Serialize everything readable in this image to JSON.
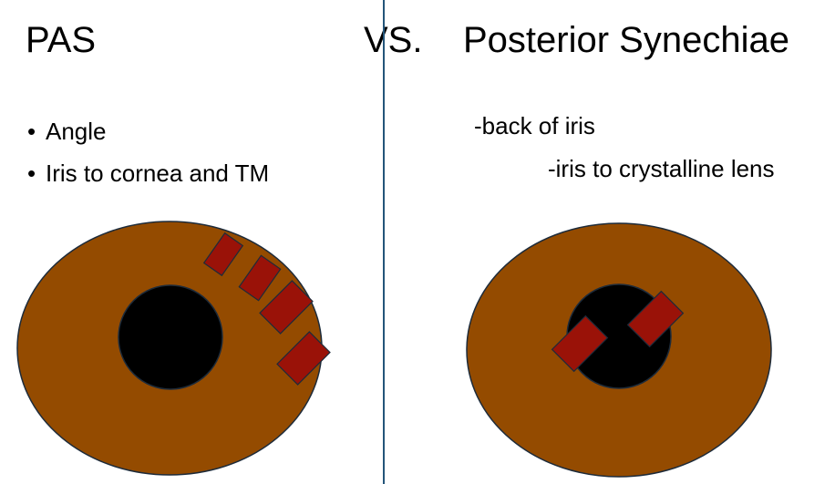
{
  "titles": {
    "left": "PAS",
    "vs": "VS.",
    "right": "Posterior Synechiae"
  },
  "pas": {
    "bullets": [
      "Angle",
      "Iris to cornea and TM"
    ]
  },
  "posterior": {
    "notes": [
      "-back of iris",
      "-iris to crystalline lens"
    ]
  },
  "colors": {
    "iris": "#944b00",
    "pupil": "#000000",
    "synechia": "#9a1208",
    "outline": "#1d2b3a",
    "divider": "#24557a"
  },
  "diagrams": [
    {
      "name": "pas-eye-diagram",
      "synechia_count": 4,
      "location": "angle"
    },
    {
      "name": "posterior-synechiae-eye-diagram",
      "synechia_count": 2,
      "location": "pupil-margin"
    }
  ]
}
